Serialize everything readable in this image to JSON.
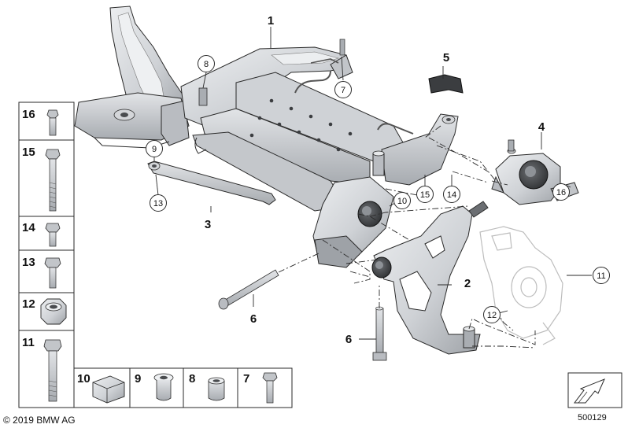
{
  "callouts": {
    "p1": "1",
    "p2": "2",
    "p3": "3",
    "p4": "4",
    "p5": "5",
    "p6a": "6",
    "p6b": "6",
    "c7": "7",
    "c8": "8",
    "c9": "9",
    "c10": "10",
    "c11": "11",
    "c12": "12",
    "c13": "13",
    "c14": "14",
    "c15": "15",
    "c16": "16"
  },
  "legend": {
    "left": [
      "16",
      "15",
      "14",
      "13",
      "12",
      "11"
    ],
    "bottom": [
      "10",
      "9",
      "8",
      "7"
    ]
  },
  "footer": {
    "copyright": "© 2019 BMW AG",
    "diagram_id": "500129"
  },
  "colors": {
    "part_fill": "#d9dbde",
    "part_shade": "#b9bcc1",
    "part_dark": "#8e9297",
    "outline": "#2a2a2a",
    "ghost": "#c8c8c8"
  }
}
